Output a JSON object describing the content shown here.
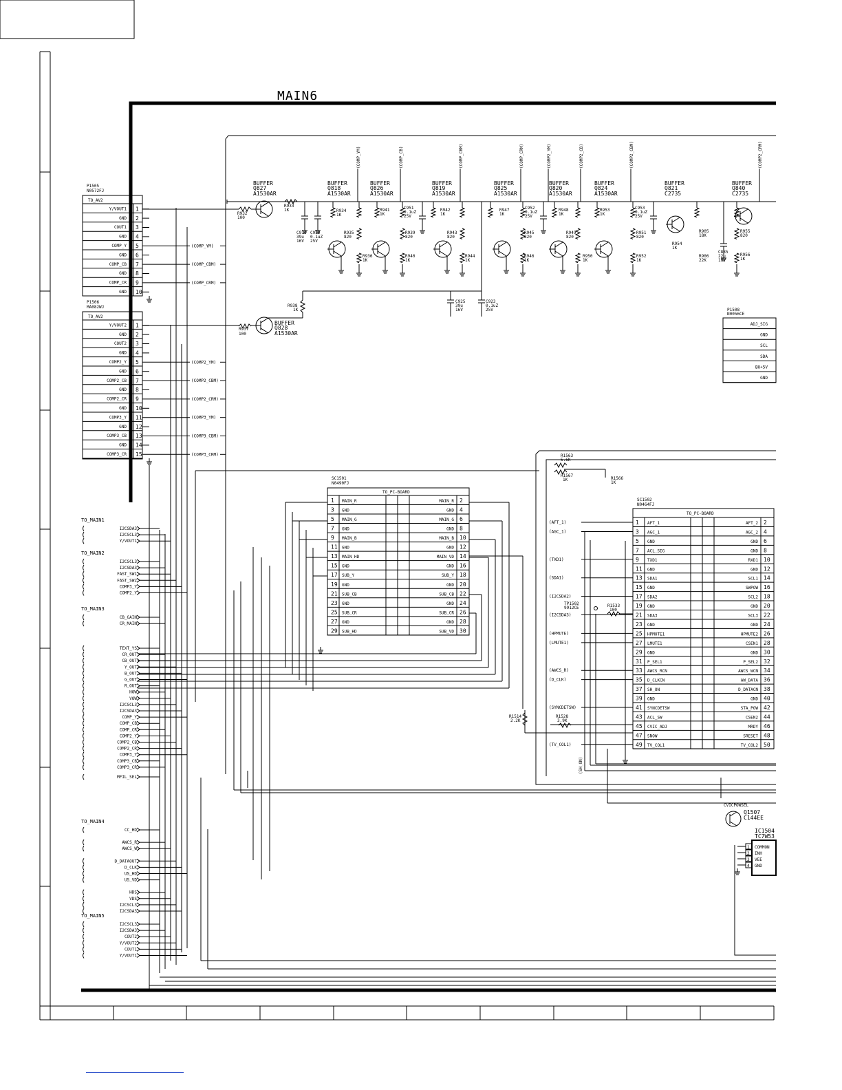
{
  "sheet_title": "MAIN6",
  "buffers_top": [
    {
      "label": "BUFFER",
      "ref": "Q827",
      "part": "A1530AR"
    },
    {
      "label": "BUFFER",
      "ref": "Q818",
      "part": "A1530AR"
    },
    {
      "label": "BUFFER",
      "ref": "Q826",
      "part": "A1530AR"
    },
    {
      "label": "BUFFER",
      "ref": "Q819",
      "part": "A1530AR"
    },
    {
      "label": "BUFFER",
      "ref": "Q825",
      "part": "A1530AR"
    },
    {
      "label": "BUFFER",
      "ref": "Q820",
      "part": "A1530AR"
    },
    {
      "label": "BUFFER",
      "ref": "Q824",
      "part": "A1530AR"
    },
    {
      "label": "BUFFER",
      "ref": "Q821",
      "part": "C2735"
    },
    {
      "label": "BUFFER",
      "ref": "Q840",
      "part": "C2735"
    }
  ],
  "buffer_q828": {
    "label": "BUFFER",
    "ref": "Q828",
    "part": "A1530AR"
  },
  "vertical_nets": [
    "(COMP_YM)",
    "(COMP_CB)",
    "(COMP_CBM)",
    "(COMP_CRM)",
    "(COMP2_YM)",
    "(COMP2_CB)",
    "(COMP2_CBM)",
    "(COMP2_CRM)",
    "(COMP3_YM)"
  ],
  "resistors_top": [
    {
      "ref": "R932",
      "val": "100"
    },
    {
      "ref": "R933",
      "val": "1K"
    },
    {
      "ref": "R934",
      "val": "1K"
    },
    {
      "ref": "R935",
      "val": "820"
    },
    {
      "ref": "R936",
      "val": "1K"
    },
    {
      "ref": "R941",
      "val": "1K"
    },
    {
      "ref": "R939",
      "val": "820"
    },
    {
      "ref": "R940",
      "val": "1K"
    },
    {
      "ref": "R942",
      "val": "1K"
    },
    {
      "ref": "R943",
      "val": "820"
    },
    {
      "ref": "R944",
      "val": "1K"
    },
    {
      "ref": "R947",
      "val": "1K"
    },
    {
      "ref": "R945",
      "val": "820"
    },
    {
      "ref": "R946",
      "val": "1K"
    },
    {
      "ref": "R948",
      "val": "1K"
    },
    {
      "ref": "R949",
      "val": "820"
    },
    {
      "ref": "R950",
      "val": "1K"
    },
    {
      "ref": "R953",
      "val": "1K"
    },
    {
      "ref": "R951",
      "val": "820"
    },
    {
      "ref": "R952",
      "val": "1K"
    },
    {
      "ref": "R905",
      "val": "18K"
    },
    {
      "ref": "R954",
      "val": "1K"
    },
    {
      "ref": "R906",
      "val": "22K"
    },
    {
      "ref": "R955",
      "val": "820"
    },
    {
      "ref": "R956",
      "val": "1K"
    },
    {
      "ref": "R937",
      "val": "100"
    },
    {
      "ref": "R938",
      "val": "1K"
    }
  ],
  "capacitors_top": [
    {
      "ref": "C914",
      "val": "39u",
      "v": "16V"
    },
    {
      "ref": "C950",
      "val": "0.1uZ",
      "v": "25V"
    },
    {
      "ref": "C951",
      "val": "0.1uZ",
      "v": "25V"
    },
    {
      "ref": "C952",
      "val": "0.1uZ",
      "v": "25V"
    },
    {
      "ref": "C953",
      "val": "0.1uZ",
      "v": "25V"
    },
    {
      "ref": "C885",
      "val": "22u",
      "v": "16V"
    },
    {
      "ref": "C925",
      "val": "39u",
      "v": "16V"
    },
    {
      "ref": "C923",
      "val": "0.1uZ",
      "v": "25V"
    }
  ],
  "p1505": {
    "ref": "P1505",
    "part": "N0572FJ",
    "header": "TO_AV2",
    "pins": [
      {
        "n": "1",
        "name": "Y/VOUT1",
        "net": ""
      },
      {
        "n": "2",
        "name": "GND",
        "net": ""
      },
      {
        "n": "3",
        "name": "COUT1",
        "net": ""
      },
      {
        "n": "4",
        "name": "GND",
        "net": ""
      },
      {
        "n": "5",
        "name": "COMP_Y",
        "net": "(COMP_YM)"
      },
      {
        "n": "6",
        "name": "GND",
        "net": ""
      },
      {
        "n": "7",
        "name": "COMP_CB",
        "net": "(COMP_CBM)"
      },
      {
        "n": "8",
        "name": "GND",
        "net": ""
      },
      {
        "n": "9",
        "name": "COMP_CR",
        "net": "(COMP_CRM)"
      },
      {
        "n": "10",
        "name": "GND",
        "net": ""
      }
    ]
  },
  "p1506": {
    "ref": "P1506",
    "part": "MA082WJ",
    "header": "TO_AV2",
    "pins": [
      {
        "n": "1",
        "name": "Y/VOUT2",
        "net": ""
      },
      {
        "n": "2",
        "name": "GND",
        "net": ""
      },
      {
        "n": "3",
        "name": "COUT2",
        "net": ""
      },
      {
        "n": "4",
        "name": "GND",
        "net": ""
      },
      {
        "n": "5",
        "name": "COMP2_Y",
        "net": "(COMP2_YM)"
      },
      {
        "n": "6",
        "name": "GND",
        "net": ""
      },
      {
        "n": "7",
        "name": "COMP2_CB",
        "net": "(COMP2_CBM)"
      },
      {
        "n": "8",
        "name": "GND",
        "net": ""
      },
      {
        "n": "9",
        "name": "COMP2_CR",
        "net": "(COMP2_CRM)"
      },
      {
        "n": "10",
        "name": "GND",
        "net": ""
      },
      {
        "n": "11",
        "name": "COMP3_Y",
        "net": "(COMP3_YM)"
      },
      {
        "n": "12",
        "name": "GND",
        "net": ""
      },
      {
        "n": "13",
        "name": "COMP3_CB",
        "net": "(COMP3_CBM)"
      },
      {
        "n": "14",
        "name": "GND",
        "net": ""
      },
      {
        "n": "15",
        "name": "COMP3_CR",
        "net": "(COMP3_CRM)"
      }
    ]
  },
  "p1508": {
    "ref": "P1508",
    "part": "N0056CE",
    "pins": [
      "ADJ_SIG",
      "GND",
      "SCL",
      "SDA",
      "BU+5V",
      "GND"
    ]
  },
  "sc1501": {
    "ref": "SC1501",
    "part": "N0490FJ",
    "header": "TO_PC-BOARD",
    "rows": [
      {
        "l": "1",
        "ln": "MAIN_R",
        "rn": "MAIN_R",
        "r": "2"
      },
      {
        "l": "3",
        "ln": "GND",
        "rn": "GND",
        "r": "4"
      },
      {
        "l": "5",
        "ln": "MAIN_G",
        "rn": "MAIN_G",
        "r": "6"
      },
      {
        "l": "7",
        "ln": "GND",
        "rn": "GND",
        "r": "8"
      },
      {
        "l": "9",
        "ln": "MAIN_B",
        "rn": "MAIN_B",
        "r": "10"
      },
      {
        "l": "11",
        "ln": "GND",
        "rn": "GND",
        "r": "12"
      },
      {
        "l": "13",
        "ln": "MAIN_HD",
        "rn": "MAIN_VD",
        "r": "14"
      },
      {
        "l": "15",
        "ln": "GND",
        "rn": "GND",
        "r": "16"
      },
      {
        "l": "17",
        "ln": "SUB_Y",
        "rn": "SUB_Y",
        "r": "18"
      },
      {
        "l": "19",
        "ln": "GND",
        "rn": "GND",
        "r": "20"
      },
      {
        "l": "21",
        "ln": "SUB_CB",
        "rn": "SUB_CB",
        "r": "22"
      },
      {
        "l": "23",
        "ln": "GND",
        "rn": "GND",
        "r": "24"
      },
      {
        "l": "25",
        "ln": "SUB_CR",
        "rn": "SUB_CR",
        "r": "26"
      },
      {
        "l": "27",
        "ln": "GND",
        "rn": "GND",
        "r": "28"
      },
      {
        "l": "29",
        "ln": "SUB_HD",
        "rn": "SUB_VD",
        "r": "30"
      }
    ]
  },
  "sc1502": {
    "ref": "SC1502",
    "part": "N0464FJ",
    "header": "TO_PC-BOARD",
    "rows": [
      {
        "l": "1",
        "ln": "AFT_1",
        "rn": "AFT_2",
        "r": "2",
        "net": "(AFT_1)"
      },
      {
        "l": "3",
        "ln": "AGC_1",
        "rn": "AGC_2",
        "r": "4",
        "net": "(AGC_1)"
      },
      {
        "l": "5",
        "ln": "GND",
        "rn": "GND",
        "r": "6",
        "net": ""
      },
      {
        "l": "7",
        "ln": "ACL_SIG",
        "rn": "GND",
        "r": "8",
        "net": ""
      },
      {
        "l": "9",
        "ln": "TXD1",
        "rn": "RXD1",
        "r": "10",
        "net": "(TXD1)"
      },
      {
        "l": "11",
        "ln": "GND",
        "rn": "GND",
        "r": "12",
        "net": ""
      },
      {
        "l": "13",
        "ln": "SDA1",
        "rn": "SCL1",
        "r": "14",
        "net": "(SDA1)"
      },
      {
        "l": "15",
        "ln": "GND",
        "rn": "SWPOW",
        "r": "16",
        "net": ""
      },
      {
        "l": "17",
        "ln": "SDA2",
        "rn": "SCL2",
        "r": "18",
        "net": "(I2CSDA2)"
      },
      {
        "l": "19",
        "ln": "GND",
        "rn": "GND",
        "r": "20",
        "net": ""
      },
      {
        "l": "21",
        "ln": "SDA3",
        "rn": "SCL3",
        "r": "22",
        "net": "(I2CSDA3)"
      },
      {
        "l": "23",
        "ln": "GND",
        "rn": "GND",
        "r": "24",
        "net": ""
      },
      {
        "l": "25",
        "ln": "HPMUTE1",
        "rn": "HPMUTE2",
        "r": "26",
        "net": "(HPMUTE)"
      },
      {
        "l": "27",
        "ln": "LMUTE1",
        "rn": "CSEN1",
        "r": "28",
        "net": "(LMUTE1)"
      },
      {
        "l": "29",
        "ln": "GND",
        "rn": "GND",
        "r": "30",
        "net": ""
      },
      {
        "l": "31",
        "ln": "P_SEL1",
        "rn": "P_SEL2",
        "r": "32",
        "net": ""
      },
      {
        "l": "33",
        "ln": "AWCS_RCN",
        "rn": "AWCS_WCN",
        "r": "34",
        "net": "(AWCS_R)"
      },
      {
        "l": "35",
        "ln": "D_CLKCN",
        "rn": "AW_DATA",
        "r": "36",
        "net": "(D_CLK)"
      },
      {
        "l": "37",
        "ln": "SH_ON",
        "rn": "D_DATACN",
        "r": "38",
        "net": ""
      },
      {
        "l": "39",
        "ln": "GND",
        "rn": "GND",
        "r": "40",
        "net": ""
      },
      {
        "l": "41",
        "ln": "SYNCDETSW",
        "rn": "STA_POW",
        "r": "42",
        "net": "(SYNCDETSW)"
      },
      {
        "l": "43",
        "ln": "ACL_SW",
        "rn": "CSEN2",
        "r": "44",
        "net": ""
      },
      {
        "l": "45",
        "ln": "CVIC_ADJ",
        "rn": "MRDY",
        "r": "46",
        "net": ""
      },
      {
        "l": "47",
        "ln": "SNOW",
        "rn": "SRESET",
        "r": "48",
        "net": ""
      },
      {
        "l": "49",
        "ln": "TV_COL1",
        "rn": "TV_COL2",
        "r": "50",
        "net": "(TV_COL1)"
      }
    ]
  },
  "misc_parts": [
    {
      "ref": "R1563",
      "val": "5.6K"
    },
    {
      "ref": "R1567",
      "val": "1K"
    },
    {
      "ref": "R1566",
      "val": "1K"
    },
    {
      "ref": "R1533",
      "val": "100"
    },
    {
      "ref": "R1514",
      "val": "2.2K"
    },
    {
      "ref": "R1528",
      "val": "3.9K"
    },
    {
      "ref": "TP1502",
      "val": "9912CE"
    }
  ],
  "sh_on_net": "(SH_ON)",
  "cvic_label": "CVICPOWSEL",
  "q1507": {
    "ref": "Q1507",
    "part": "C144EE"
  },
  "ic1504": {
    "ref": "IC1504",
    "part": "TC7W53",
    "pins": [
      {
        "n": "1",
        "name": "COMMON"
      },
      {
        "n": "2",
        "name": "INH"
      },
      {
        "n": "3",
        "name": "VEE"
      },
      {
        "n": "4",
        "name": "GND"
      }
    ]
  },
  "offpage_groups": [
    {
      "header": "TO_MAIN1",
      "signals": [
        "I2CSDA3",
        "I2CSCL3",
        "Y/VOUT1"
      ]
    },
    {
      "header": "TO_MAIN2",
      "signals": [
        "I2CSCL3",
        "I2CSDA3",
        "FAST_SW1",
        "FAST_SW2",
        "COMP3_Y",
        "COMP2_Y"
      ]
    },
    {
      "header": "TO_MAIN3",
      "signals": [
        "CB_GAIN",
        "CR_MAIN"
      ]
    },
    {
      "header": "",
      "signals": [
        "TEXT_YS",
        "CR_OUT",
        "CB_OUT",
        "Y_OUT",
        "B_OUT",
        "G_OUT",
        "R_OUT",
        "HOW",
        "VOW",
        "I2CSCL3",
        "I2CSDA3",
        "COMP_Y",
        "COMP_CB",
        "COMP_CR",
        "COMP2_Y",
        "COMP2_CB",
        "COMP2_CR",
        "COMP3_Y",
        "COMP3_CB",
        "COMP3_CR"
      ]
    },
    {
      "header": "",
      "signals": [
        "MFIL_SEL"
      ]
    },
    {
      "header": "TO_MAIN4",
      "signals": [
        "CC_HD",
        "AWCS_R",
        "AWCS_W",
        "D_DATAOUT",
        "D_CLK",
        "US_HD",
        "US_VD",
        "HDS",
        "VDS",
        "I2CSCL3",
        "I2CSDA3"
      ]
    },
    {
      "header": "TO_MAIN5",
      "signals": [
        "I2CSCL3",
        "I2CSDA3",
        "COUT2",
        "Y/VOUT2",
        "COUT1",
        "Y/VOUT1"
      ]
    }
  ]
}
